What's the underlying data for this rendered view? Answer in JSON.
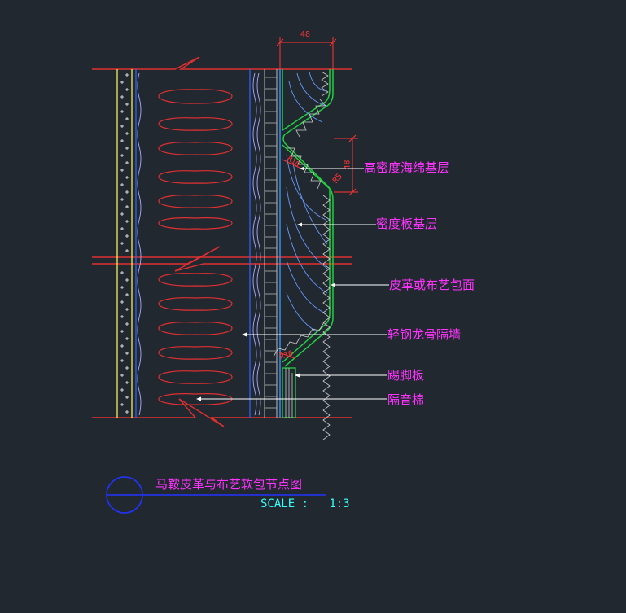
{
  "drawing": {
    "labels": [
      {
        "id": "high-density-sponge",
        "text": "高密度海绵基层"
      },
      {
        "id": "density-board",
        "text": "密度板基层"
      },
      {
        "id": "leather-fabric-wrap",
        "text": "皮革或布艺包面"
      },
      {
        "id": "light-steel-keel-partition",
        "text": "轻钢龙骨隔墙"
      },
      {
        "id": "skirting-board",
        "text": "踢脚板"
      },
      {
        "id": "soundproof-cotton",
        "text": "隔音棉"
      }
    ],
    "dimensions": {
      "top_width": "48",
      "side_height": "48",
      "radius": "R5",
      "slope_a": "R10",
      "slope_b": "R10"
    },
    "title": "马鞍皮革与布艺软包节点图",
    "scale_label": "SCALE :",
    "scale_value": "1:3",
    "colors": {
      "background": "#212830",
      "label": "#ff33ff",
      "dimension": "#ff3333",
      "scale_text": "#33ffff",
      "break_line": "#e03030",
      "insulation": "#e03030",
      "outline": "#20d040",
      "accent": "#3399ff",
      "stud": "#ffff66",
      "wall_detail": "#ffffff"
    }
  }
}
